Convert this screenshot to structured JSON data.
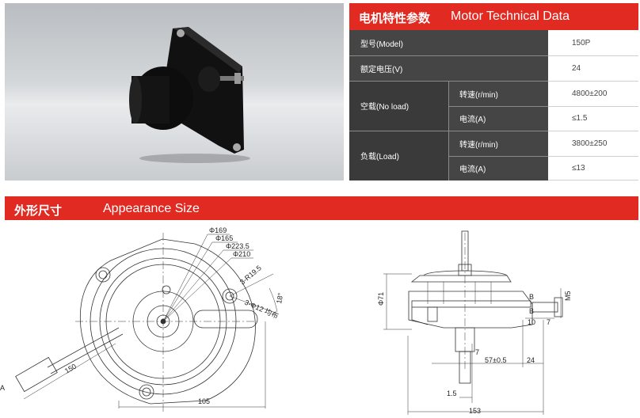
{
  "spec_table": {
    "title_zh": "电机特性参数",
    "title_en": "Motor Technical Data",
    "model_label": "型号(Model)",
    "model_value": "150P",
    "voltage_label": "额定电压(V)",
    "voltage_value": "24",
    "no_load_label": "空载(No load)",
    "load_label": "负载(Load)",
    "speed_label": "转速(r/min)",
    "current_label": "电流(A)",
    "no_load_speed": "4800±200",
    "no_load_current": "≤1.5",
    "load_speed": "3800±250",
    "load_current": "≤13"
  },
  "appearance": {
    "title_zh": "外形尺寸",
    "title_en": "Appearance Size"
  },
  "front_view": {
    "d1": "Φ169",
    "d2": "Φ165",
    "d3": "Φ223.5",
    "d4": "Φ210",
    "r1": "3-R19.5",
    "hole": "3-Φ12 均布",
    "angle": "18°",
    "lead": "150",
    "width": "105",
    "marker": "A"
  },
  "side_view": {
    "dia": "Φ71",
    "m5": "M5",
    "b1": "B",
    "b2": "B",
    "d10": "10",
    "d7a": "7",
    "d7b": "7",
    "d57": "57±0.5",
    "d24": "24",
    "d15": "1.5",
    "d153": "153"
  }
}
